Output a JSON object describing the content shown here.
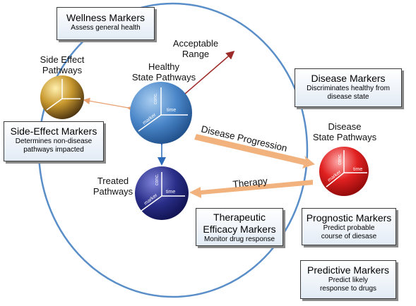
{
  "boxes": {
    "wellness": {
      "title": "Wellness Markers",
      "sub": [
        "Assess general health"
      ]
    },
    "disease": {
      "title": "Disease Markers",
      "sub": [
        "Discriminates healthy from",
        "disease state"
      ]
    },
    "side_effect": {
      "title": "Side-Effect Markers",
      "sub": [
        "Determines non-disease",
        "pathways impacted"
      ]
    },
    "therapeutic": {
      "title": [
        "Therapeutic",
        "Efficacy Markers"
      ],
      "sub": [
        "Monitor drug response"
      ]
    },
    "prognostic": {
      "title": "Prognostic Markers",
      "sub": [
        "Predict probable",
        "course of diesase"
      ]
    },
    "predictive": {
      "title": "Predictive Markers",
      "sub": [
        "Predict likely",
        "response to drugs"
      ]
    }
  },
  "labels": {
    "side_effect_pathways": [
      "Side Effect",
      "Pathways"
    ],
    "healthy_state": [
      "Healthy",
      "State Pathways"
    ],
    "acceptable_range": [
      "Acceptable",
      "Range"
    ],
    "disease_state": [
      "Disease",
      "State Pathways"
    ],
    "treated": [
      "Treated",
      "Pathways"
    ],
    "disease_progression": "Disease Progression",
    "therapy": "Therapy"
  },
  "axis_labels": {
    "time": "time",
    "conc": "conc.",
    "marker": "marker"
  },
  "colors": {
    "circle_outline": "#5a8ec8",
    "healthy_sphere": "#4a86c8",
    "disease_sphere": "#e02020",
    "treated_sphere": "#2a2e88",
    "side_effect_sphere": "#c8982e",
    "progression_arrow": "#f0b07a",
    "acceptable_arrow": "#9c2a28",
    "link_arrow": "#2a6ab8"
  }
}
